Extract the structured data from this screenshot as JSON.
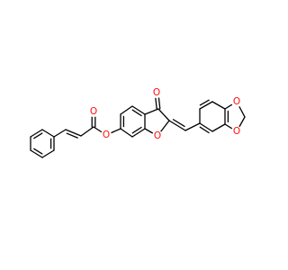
{
  "molecule": {
    "atoms": [
      {
        "element": "O",
        "label": "O",
        "color": "#ff0d0d"
      },
      {
        "element": "O",
        "label": "O",
        "color": "#ff0d0d"
      },
      {
        "element": "O",
        "label": "O",
        "color": "#ff0d0d"
      },
      {
        "element": "O",
        "label": "O",
        "color": "#ff0d0d"
      },
      {
        "element": "O",
        "label": "O",
        "color": "#ff0d0d"
      },
      {
        "element": "O",
        "label": "O",
        "color": "#ff0d0d"
      }
    ],
    "bond_color": "#000000",
    "heteroatom_color": "#ff0d0d"
  }
}
